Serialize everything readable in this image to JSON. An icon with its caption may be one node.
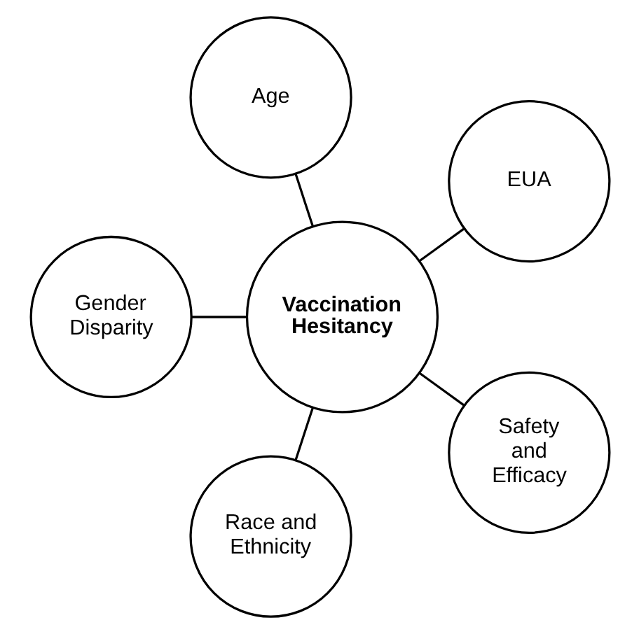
{
  "diagram": {
    "nodes": [
      {
        "text": [
          "Age"
        ]
      },
      {
        "text": [
          "Gender Disparity"
        ]
      },
      {
        "text": [
          "Vaccination Hesitancy"
        ]
      },
      {
        "text": [
          "EUA"
        ]
      },
      {
        "text": [
          "Race and Ethnicity"
        ]
      },
      {
        "text": [
          "Safety and Efficacy"
        ]
      }
    ],
    "edges": [
      {
        "from": 2,
        "to": 0,
        "arrow": "none"
      },
      {
        "from": 2,
        "to": 3,
        "arrow": "none"
      },
      {
        "from": 2,
        "to": 5,
        "arrow": "none"
      },
      {
        "from": 2,
        "to": 4,
        "arrow": "none"
      },
      {
        "from": 2,
        "to": 1,
        "arrow": "none"
      }
    ]
  }
}
